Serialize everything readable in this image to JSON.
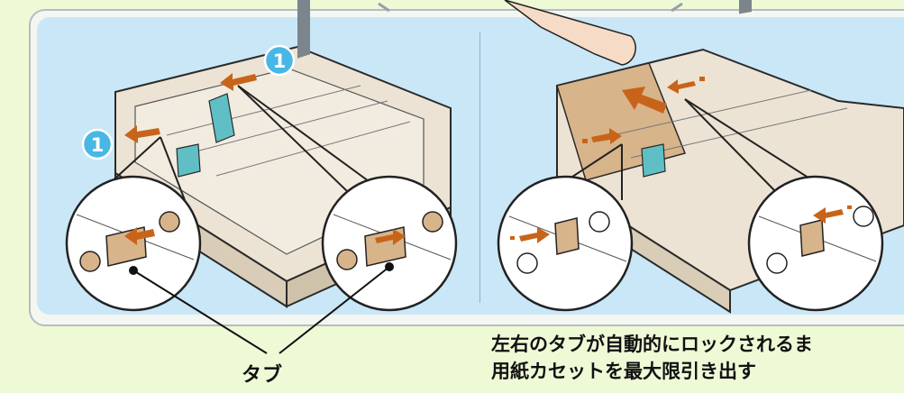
{
  "step_badges": [
    "1",
    "1"
  ],
  "tab_label": "タブ",
  "instruction_lines": [
    "左右のタブが自動的にロックされるま",
    "用紙カセットを最大限引き出す"
  ],
  "colors": {
    "background": "#eefad6",
    "panel": "#c9e7f7",
    "arrow": "#c8641a",
    "badge": "#48b7e6",
    "tray": "#e8dcc8",
    "tray_pulled": "#d8b48a",
    "guide": "#5fbfc4"
  }
}
